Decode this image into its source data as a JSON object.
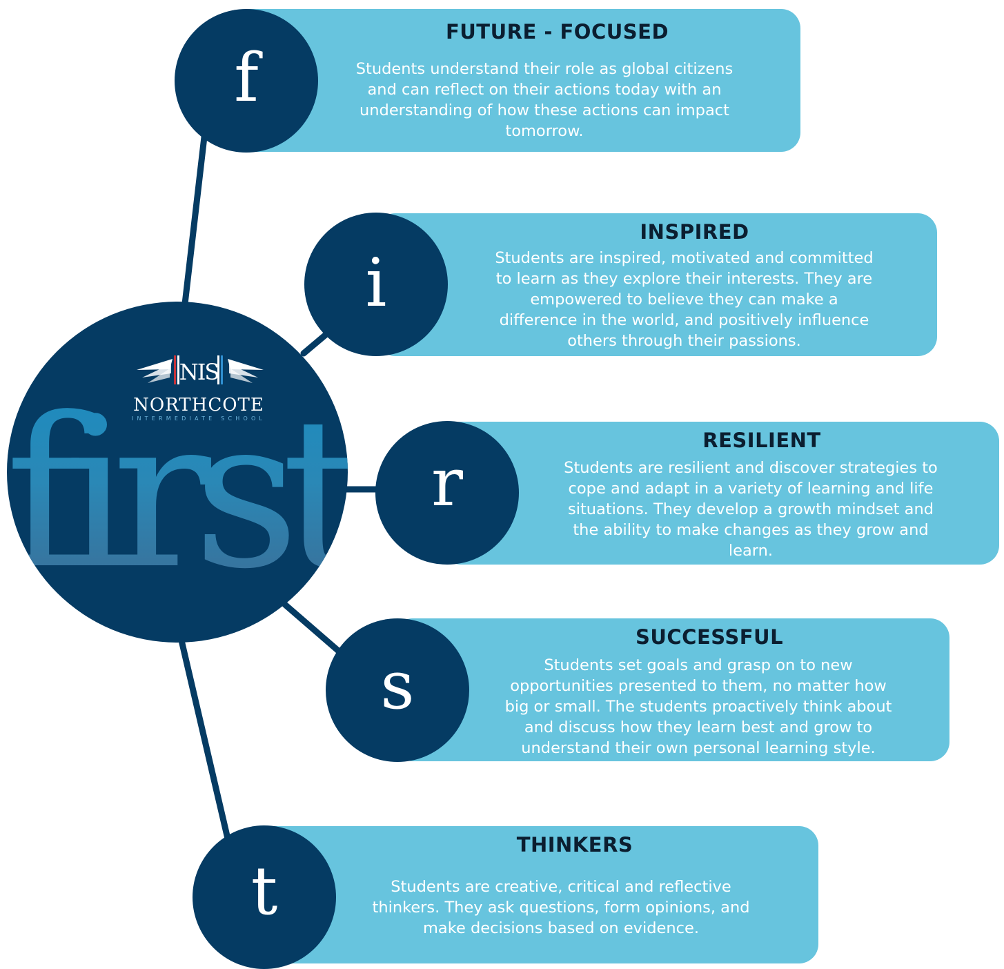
{
  "colors": {
    "navy": "#053b63",
    "card": "#67c4de",
    "title": "#0b1e30",
    "body_text": "#ffffff",
    "connector": "#053b63"
  },
  "logo": {
    "monogram": "NIS",
    "school_name": "NORTHCOTE",
    "school_subtitle": "INTERMEDIATE SCHOOL",
    "wordmark": "first"
  },
  "items": [
    {
      "letter": "f",
      "title": "FUTURE - FOCUSED",
      "lines": [
        "Students understand their role as global citizens",
        "and can reflect on their actions today with an",
        "understanding of how these actions can impact",
        "tomorrow."
      ]
    },
    {
      "letter": "i",
      "title": "INSPIRED",
      "lines": [
        "Students are inspired, motivated and committed",
        "to learn as they explore their interests. They are",
        "empowered to believe they can make a",
        "difference in the world, and positively influence",
        "others through their passions."
      ]
    },
    {
      "letter": "r",
      "title": "RESILIENT",
      "lines": [
        "Students are resilient and discover strategies to",
        "cope and adapt in a variety of learning and life",
        "situations. They develop a growth mindset and",
        "the ability to make changes as they grow and",
        "learn."
      ]
    },
    {
      "letter": "s",
      "title": "SUCCESSFUL",
      "lines": [
        "Students set goals and grasp on to new",
        "opportunities presented to them, no matter how",
        "big or small. The students proactively think about",
        "and discuss how they learn best and grow to",
        "understand their own personal learning style."
      ]
    },
    {
      "letter": "t",
      "title": "THINKERS",
      "lines": [
        "Students are creative, critical and reflective",
        "thinkers. They ask questions, form opinions, and",
        "make decisions based on evidence."
      ]
    }
  ]
}
